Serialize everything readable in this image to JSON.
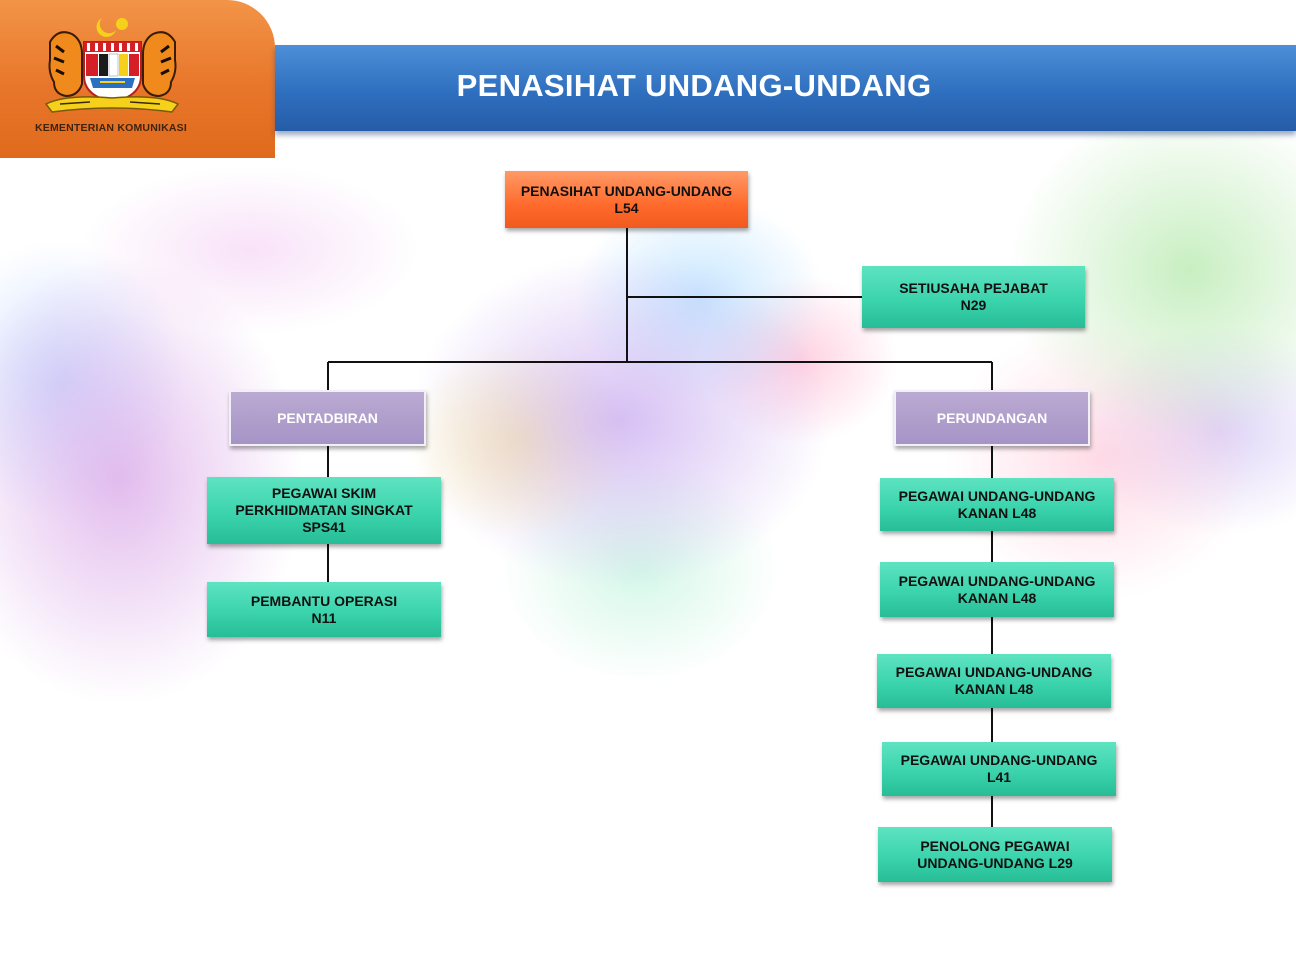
{
  "header": {
    "title": "PENASIHAT UNDANG-UNDANG",
    "ministry": "KEMENTERIAN KOMUNIKASI",
    "logo_icon": "malaysia-coat-of-arms",
    "band_color": "#2f6fbf",
    "corner_color": "#e8762a"
  },
  "org_chart": {
    "head": {
      "label": "PENASIHAT UNDANG-UNDANG\nL54",
      "color": "#ff6a2c"
    },
    "secretary": {
      "label": "SETIUSAHA PEJABAT\nN29",
      "color": "#3bd4ad"
    },
    "divisions": [
      {
        "label": "PENTADBIRAN",
        "color": "#a594c6",
        "staff": [
          {
            "label": "PEGAWAI SKIM\nPERKHIDMATAN SINGKAT\nSPS41"
          },
          {
            "label": "PEMBANTU OPERASI\nN11"
          }
        ]
      },
      {
        "label": "PERUNDANGAN",
        "color": "#a594c6",
        "staff": [
          {
            "label": "PEGAWAI UNDANG-UNDANG\nKANAN L48"
          },
          {
            "label": "PEGAWAI UNDANG-UNDANG\nKANAN L48"
          },
          {
            "label": "PEGAWAI UNDANG-UNDANG\nKANAN L48"
          },
          {
            "label": "PEGAWAI UNDANG-UNDANG\nL41"
          },
          {
            "label": "PENOLONG PEGAWAI\nUNDANG-UNDANG L29"
          }
        ]
      }
    ]
  }
}
